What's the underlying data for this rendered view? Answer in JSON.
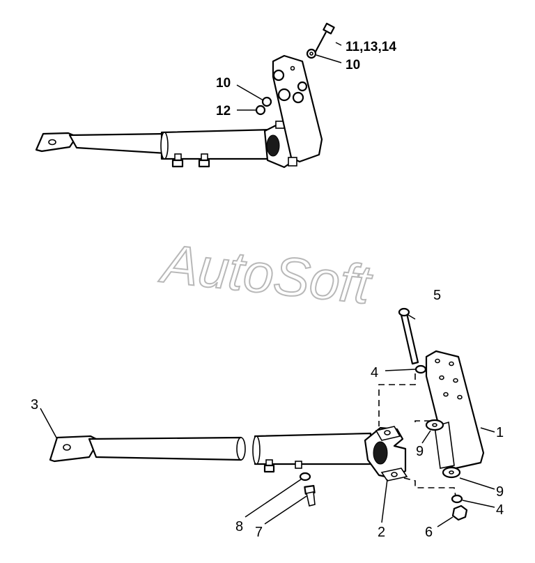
{
  "watermark": "AutoSoft",
  "callouts_top": {
    "c11_13_14": "11,13,14",
    "c10_right": "10",
    "c10_left": "10",
    "c12": "12"
  },
  "callouts_bottom": {
    "c1": "1",
    "c2": "2",
    "c3": "3",
    "c4_upper": "4",
    "c4_lower": "4",
    "c5": "5",
    "c6": "6",
    "c7": "7",
    "c8": "8",
    "c9_upper": "9",
    "c9_lower": "9"
  }
}
